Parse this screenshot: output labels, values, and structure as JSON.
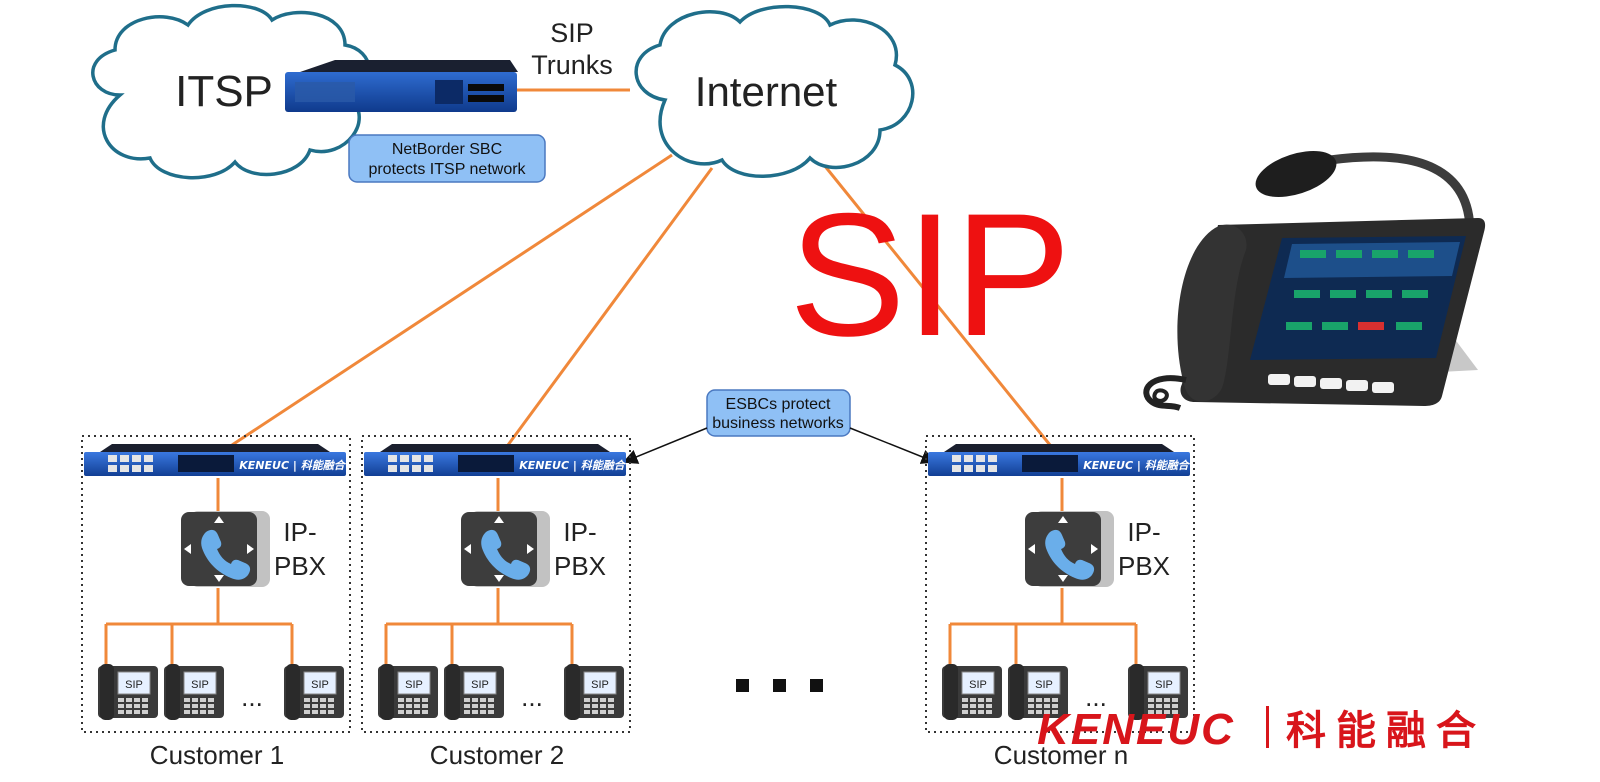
{
  "clouds": {
    "itsp": "ITSP",
    "internet": "Internet"
  },
  "trunk_label": [
    "SIP",
    "Trunks"
  ],
  "sbc_callout": [
    "NetBorder SBC",
    "protects ITSP network"
  ],
  "esbc_callout": [
    "ESBCs protect",
    "business networks"
  ],
  "big_label": "SIP",
  "device_brand": "KENEUC | 科能融合",
  "pbx_label": [
    "IP-",
    "PBX"
  ],
  "phone_label": "SIP",
  "ellipsis_small": "...",
  "ellipsis_big": "■ ■ ■",
  "customers": [
    "Customer 1",
    "Customer 2",
    "Customer n"
  ],
  "logo": {
    "latin": "KENEUC",
    "cjk": "科能融合"
  },
  "colors": {
    "link": "#f0883a",
    "cloud_stroke": "#1f6e8a",
    "callout_fill": "#8fc0f5",
    "sip_red": "#ee1111",
    "logo_red": "#d8151b",
    "rack_blue": "#1d55b8"
  }
}
